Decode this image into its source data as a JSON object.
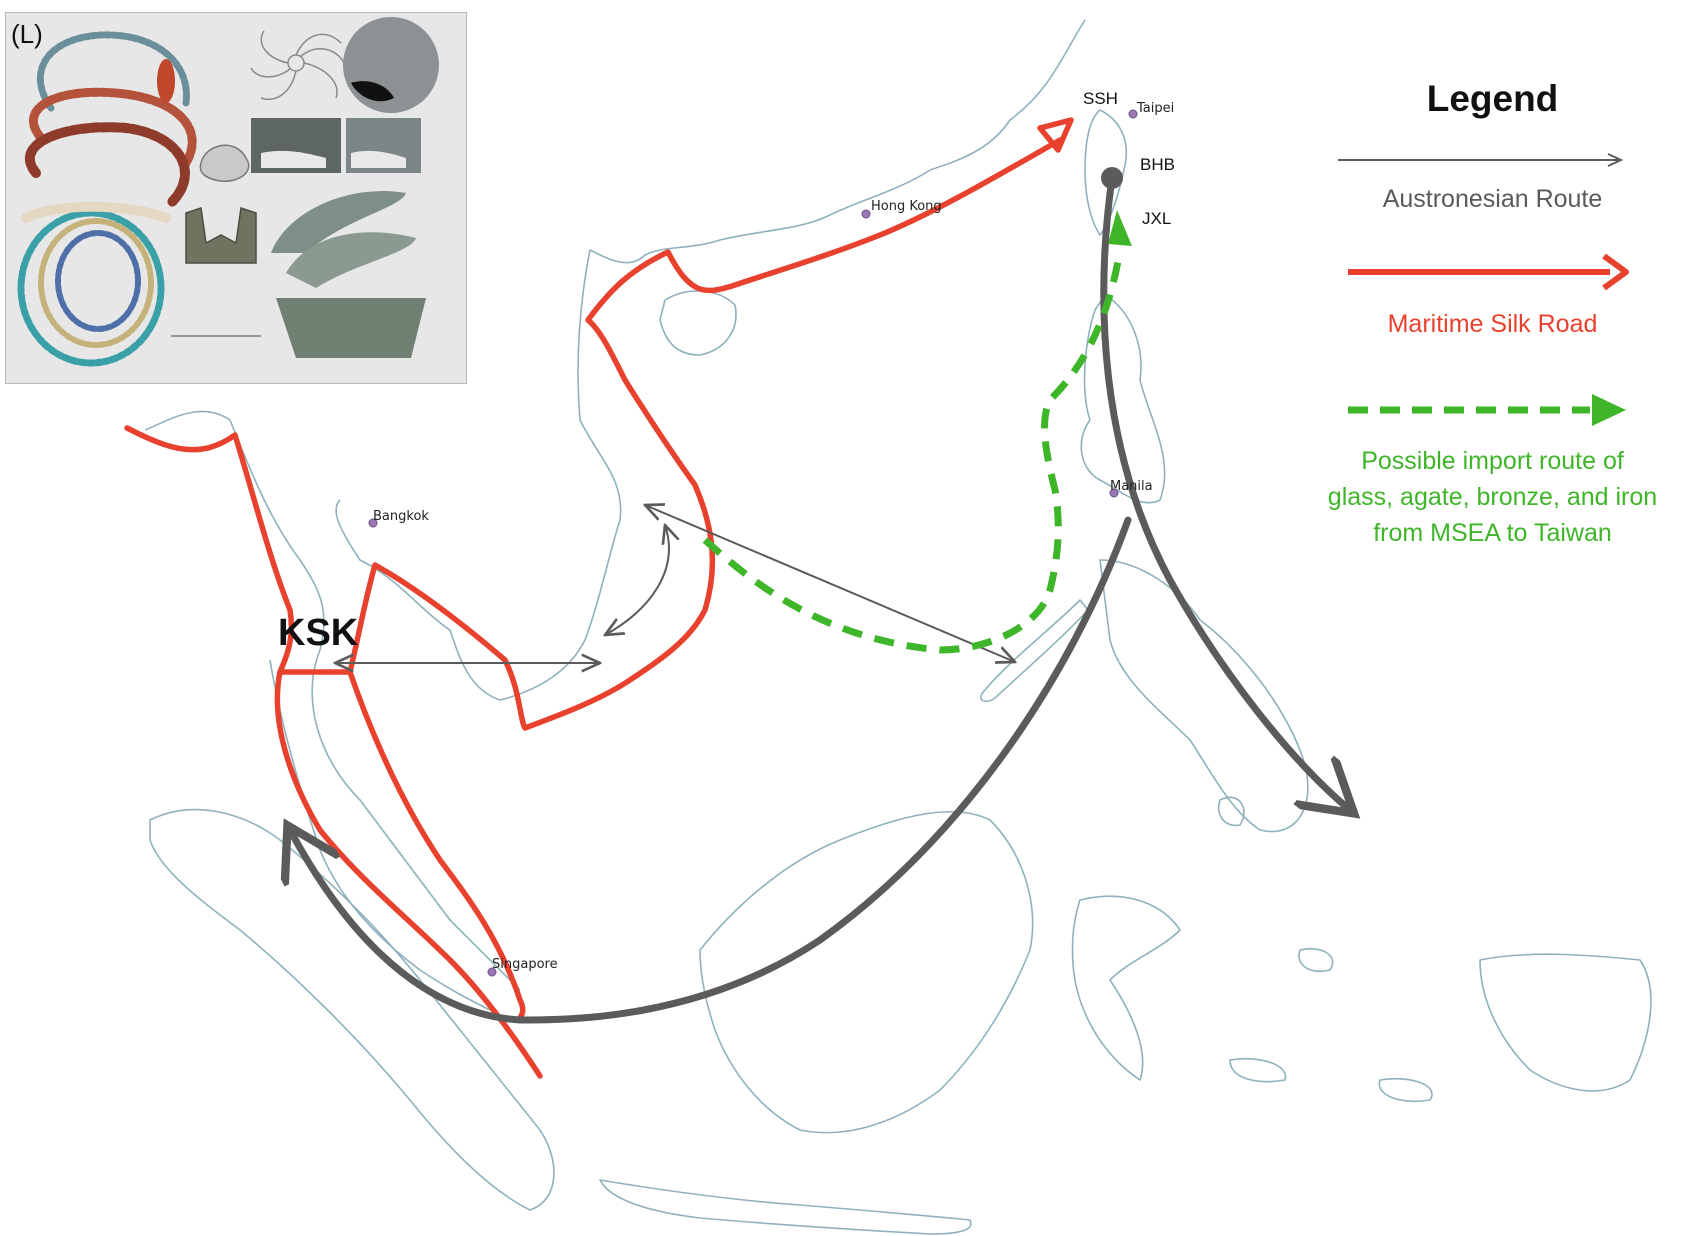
{
  "inset": {
    "label": "(L)"
  },
  "legend": {
    "title": "Legend",
    "entries": [
      {
        "label": "Austronesian Route",
        "color": "#5b5b5b",
        "style": "solid-arrow"
      },
      {
        "label": "Maritime Silk Road",
        "color": "#e8412e",
        "style": "rough-arrow"
      },
      {
        "label_lines": [
          "Possible import route of",
          "glass, agate, bronze, and iron",
          "from MSEA to Taiwan"
        ],
        "color": "#3fb52a",
        "style": "dashed-arrow"
      }
    ]
  },
  "cities": {
    "taipei": "Taipei",
    "hong_kong": "Hong Kong",
    "bangkok": "Bangkok",
    "manila": "Manila",
    "singapore": "Singapore"
  },
  "sites": {
    "ssh": "SSH",
    "bhb": "BHB",
    "jxl": "JXL",
    "ksk": "KSK"
  },
  "colors": {
    "coastline": "#8fb1bd",
    "austronesian": "#5b5b5b",
    "silk_road": "#e8412e",
    "import_route": "#3fb52a",
    "city_marker": "#9b78b5"
  }
}
